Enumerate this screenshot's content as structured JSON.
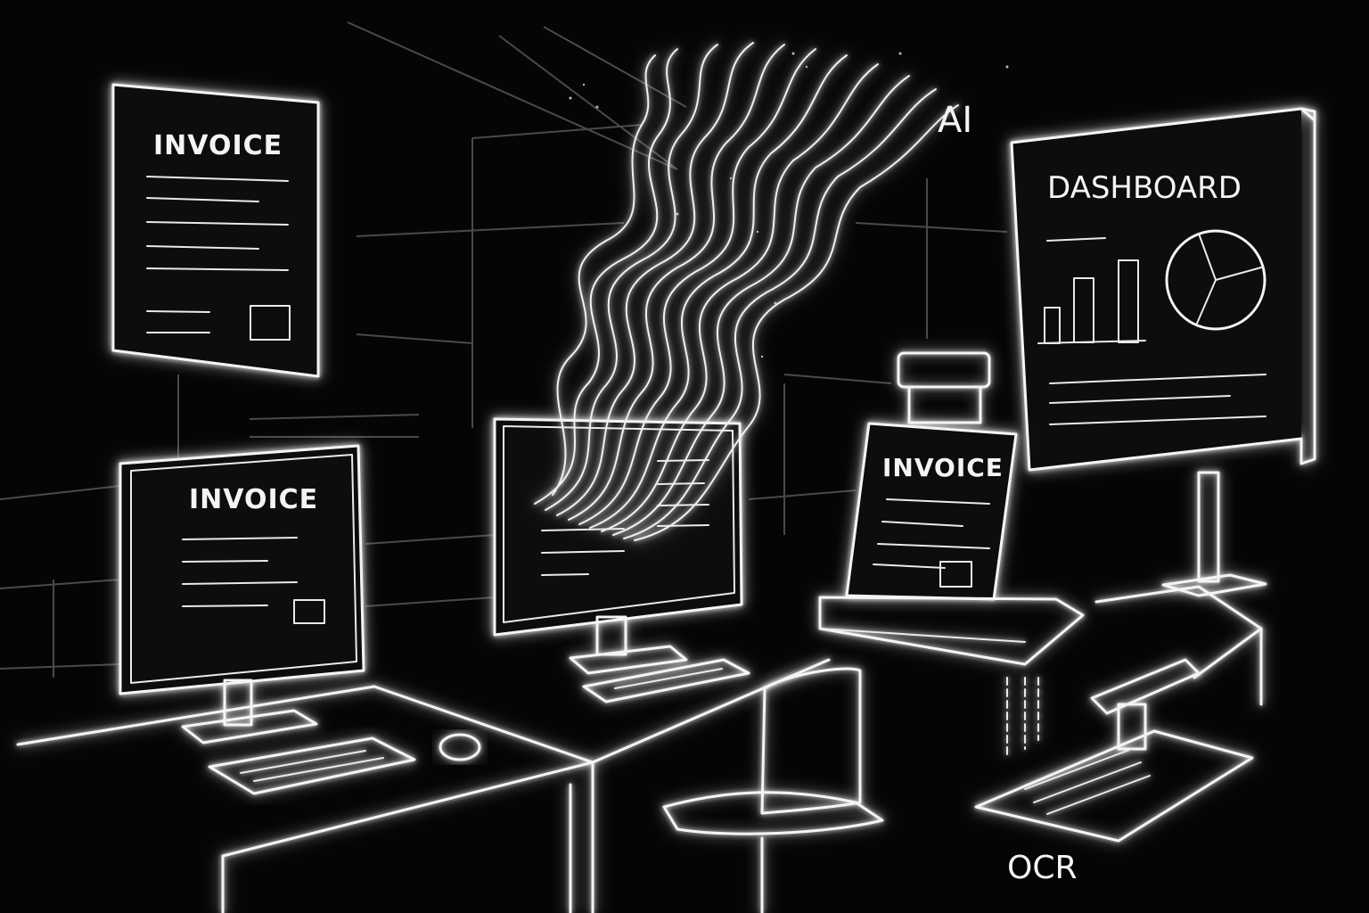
{
  "scene": {
    "background_color": "#050505",
    "line_color": "#f4f4f4",
    "wall_line_color": "#4a4a4a"
  },
  "labels": {
    "poster_invoice": "INVOICE",
    "monitor_left_invoice": "INVOICE",
    "scanner_invoice": "INVOICE",
    "ai": "AI",
    "dashboard": "DASHBOARD",
    "ocr": "OCR"
  },
  "icons": {
    "pie": "pie-chart-icon",
    "bars": "bar-chart-icon",
    "flow": "data-flow-streams"
  }
}
